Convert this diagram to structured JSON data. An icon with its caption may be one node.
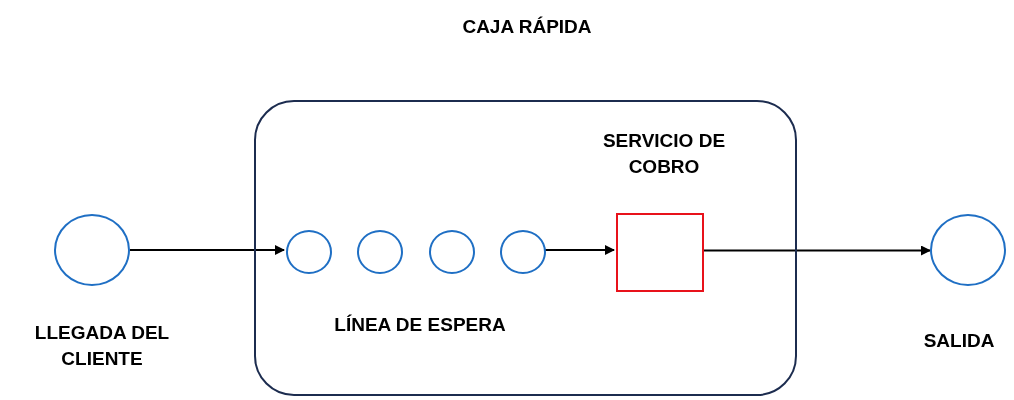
{
  "diagram": {
    "nodes": [
      {
        "text": [
          "LLEGADA DEL CLIENTE"
        ]
      },
      {
        "text": [
          "CAJA RÁPIDA"
        ]
      },
      {
        "text": [],
        "shape": "circle",
        "in": 1
      },
      {
        "text": [],
        "shape": "circle",
        "in": 1
      },
      {
        "text": [],
        "shape": "circle",
        "in": 1
      },
      {
        "text": [],
        "shape": "circle",
        "in": 1
      },
      {
        "text": [
          "SERVICIO DE COBRO"
        ],
        "in": 1
      },
      {
        "text": [
          "SALIDA"
        ]
      }
    ],
    "edges": [
      {
        "from": 0,
        "to": 2,
        "arrow": "to"
      },
      {
        "from": 5,
        "to": 6,
        "arrow": "to"
      },
      {
        "from": 6,
        "to": 7,
        "arrow": "to"
      }
    ],
    "labels": [
      "LÍNEA DE ESPERA"
    ]
  }
}
